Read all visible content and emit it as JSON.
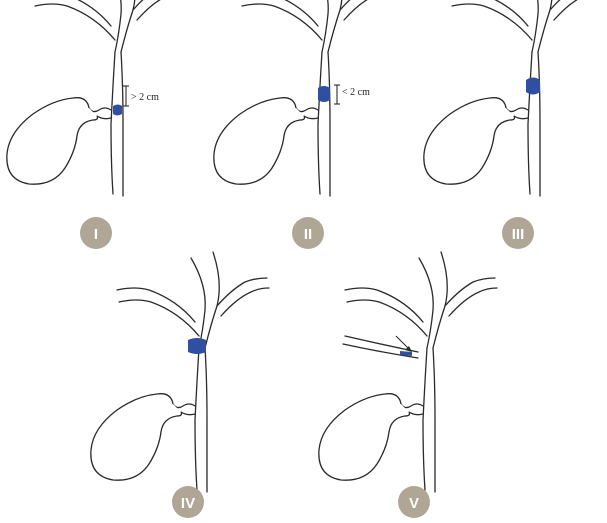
{
  "panels": [
    {
      "roman": "I",
      "measurement": "> 2 cm"
    },
    {
      "roman": "II",
      "measurement": "< 2 cm"
    },
    {
      "roman": "III",
      "measurement": ""
    },
    {
      "roman": "IV",
      "measurement": ""
    },
    {
      "roman": "V",
      "measurement": ""
    }
  ],
  "colors": {
    "lesion": "#2f4fa3",
    "badge": "#b0a696",
    "line": "#2a2a2a"
  }
}
